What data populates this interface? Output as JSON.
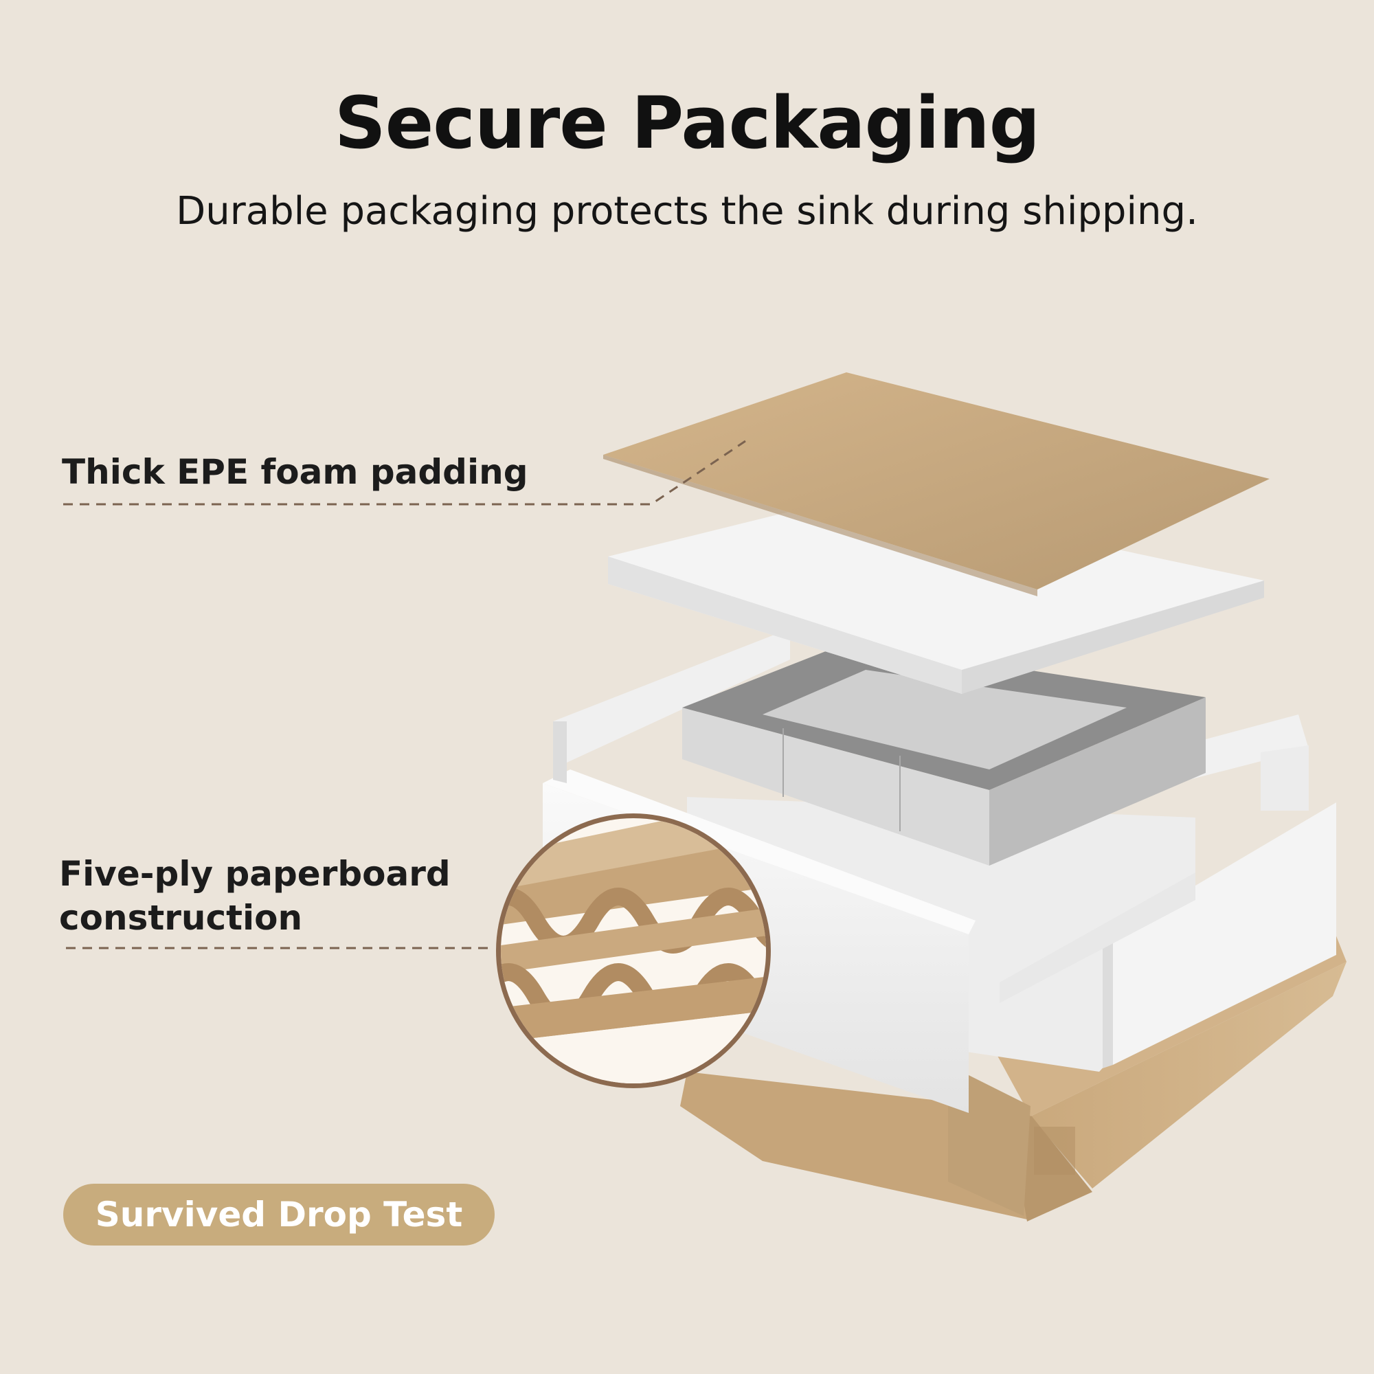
{
  "header": {
    "title": "Secure Packaging",
    "subtitle": "Durable packaging protects the sink during shipping."
  },
  "callouts": [
    {
      "label": "Thick EPE foam padding"
    },
    {
      "label_line1": "Five-ply paperboard",
      "label_line2": "construction"
    }
  ],
  "badge": {
    "label": "Survived Drop Test"
  },
  "colors": {
    "background": "#ebe4da",
    "cardboard": "#c9a97f",
    "foam": "#f2f2f2",
    "badge": "#c8ac7d",
    "dash": "#7b6350"
  }
}
